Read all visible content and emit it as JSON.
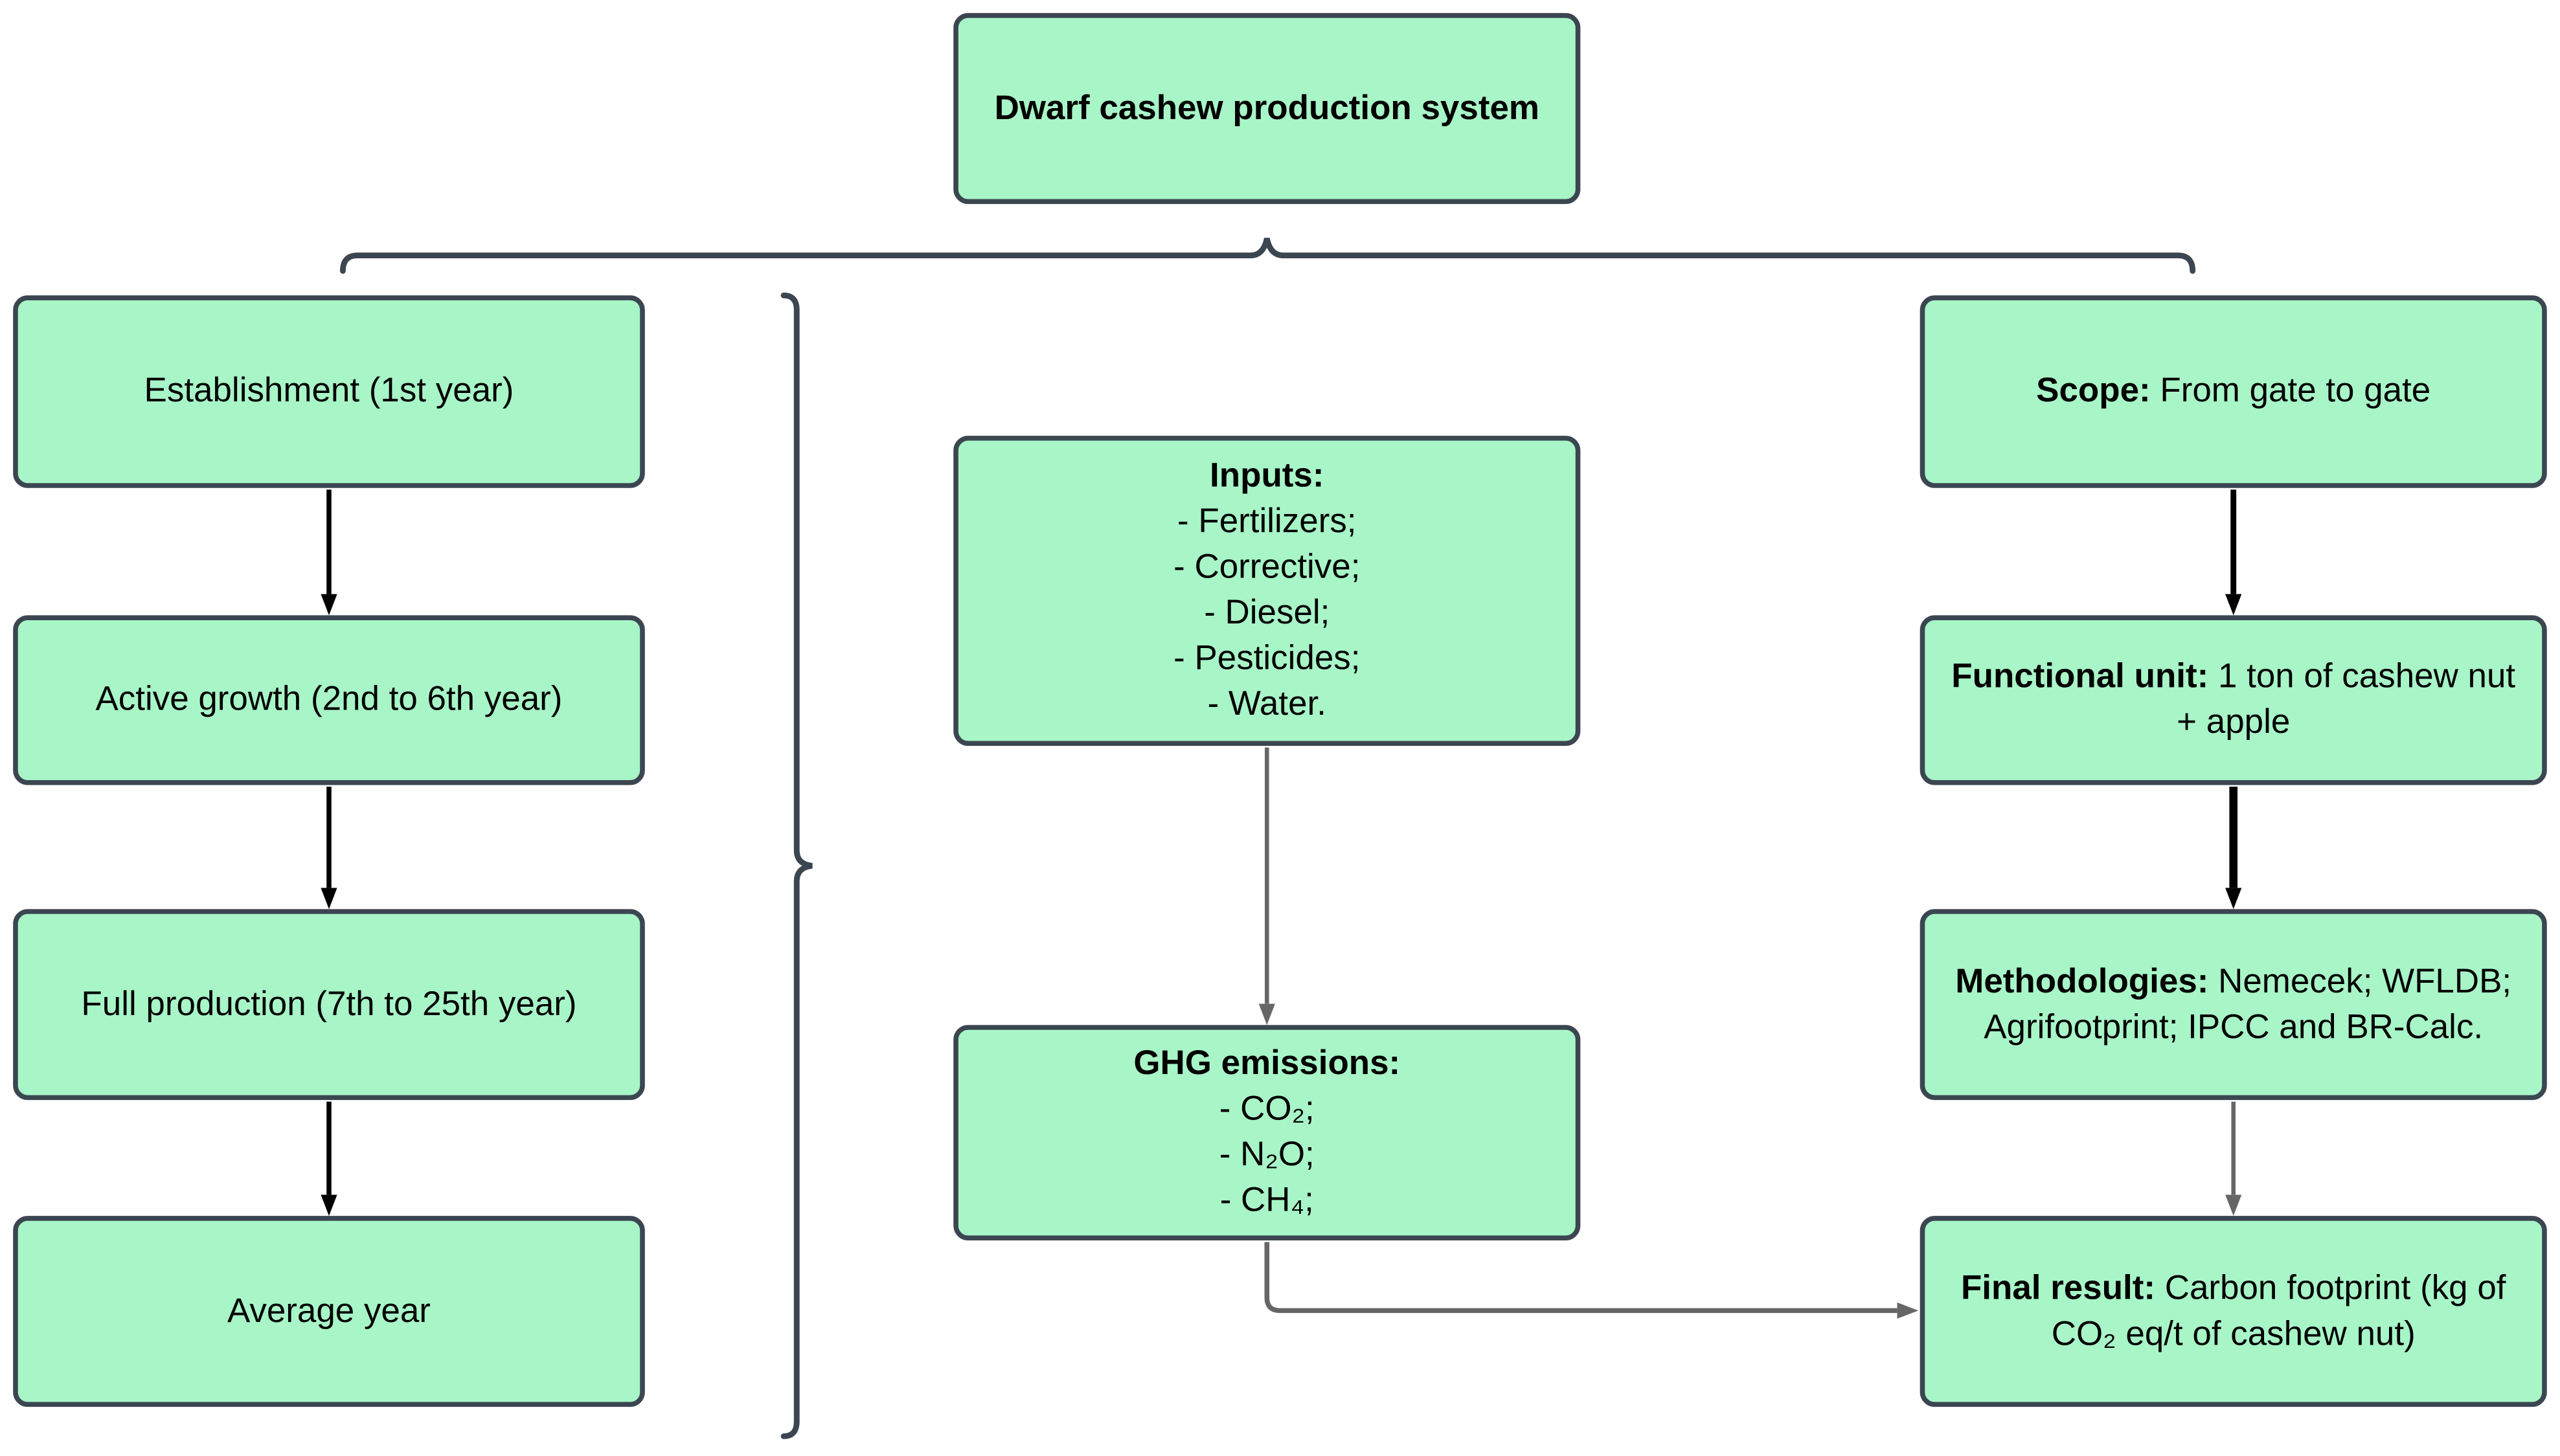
{
  "diagram": {
    "colors": {
      "box_fill": "#a8f5c8",
      "box_border": "#3b4651",
      "arrow_black": "#000000",
      "arrow_gray": "#666666"
    },
    "top": {
      "title": "Dwarf cashew production system"
    },
    "left_column": {
      "items": [
        "Establishment (1st year)",
        "Active growth (2nd to 6th year)",
        "Full production (7th to 25th year)",
        "Average year"
      ]
    },
    "middle_column": {
      "inputs": {
        "title": "Inputs:",
        "items": [
          "- Fertilizers;",
          "- Corrective;",
          "- Diesel;",
          "- Pesticides;",
          "- Water."
        ]
      },
      "ghg": {
        "title": "GHG emissions:",
        "items": [
          "- CO₂;",
          "- N₂O;",
          "- CH₄;"
        ]
      }
    },
    "right_column": {
      "scope": {
        "label": "Scope:",
        "text": " From gate to gate"
      },
      "functional_unit": {
        "label": "Functional unit:",
        "text": " 1 ton of cashew nut + apple"
      },
      "methodologies": {
        "label": "Methodologies:",
        "text": " Nemecek; WFLDB; Agrifootprint; IPCC and BR-Calc."
      },
      "final_result": {
        "label": "Final result:",
        "text": " Carbon footprint (kg of CO₂ eq/t of cashew nut)"
      }
    }
  }
}
